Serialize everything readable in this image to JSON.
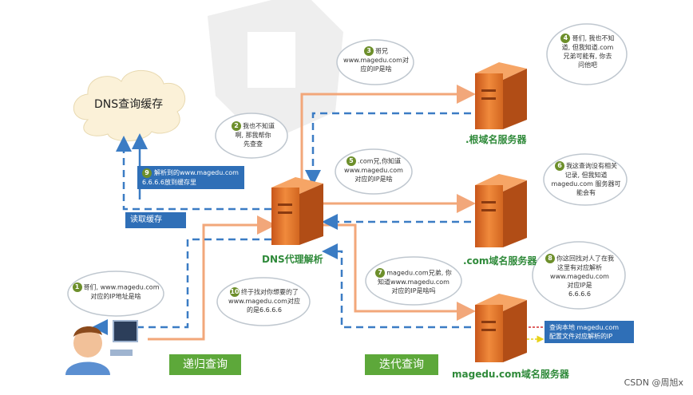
{
  "cache": {
    "label": "DNS查询缓存"
  },
  "servers": {
    "root": ".根域名服务器",
    "com": ".com域名服务器",
    "magedu": "magedu.com域名服务器",
    "proxy": "DNS代理解析"
  },
  "bubbles": {
    "b1": {
      "num": "1",
      "lines": [
        "哥们, www.magedu.com",
        "对应的IP地址是啥"
      ]
    },
    "b2": {
      "num": "2",
      "lines": [
        "我也不知道",
        "啊, 那我帮你",
        "先查查"
      ]
    },
    "b3": {
      "num": "3",
      "lines": [
        "哥兄",
        "www.magedu.com对",
        "应的IP是啥"
      ]
    },
    "b4": {
      "num": "4",
      "lines": [
        "哥们, 我也不知",
        "道, 但我知道.com",
        "兄弟可能有, 你去",
        "问他吧"
      ]
    },
    "b5": {
      "num": "5",
      "lines": [
        ".com兄,你知道",
        "www.magedu.com",
        "对应的IP是啥"
      ]
    },
    "b6": {
      "num": "6",
      "lines": [
        "我这查询没有相关",
        "记录, 但我知道",
        "magedu.com 服务器可",
        "能会有"
      ]
    },
    "b7": {
      "num": "7",
      "lines": [
        "magedu.com兄弟, 你",
        "知道www.magedu.com",
        "对应的IP是啥吗"
      ]
    },
    "b8": {
      "num": "8",
      "lines": [
        "你这回找对人了在我",
        "这里有对应解析",
        "www.magedu.com",
        "对应IP是",
        "6.6.6.6"
      ]
    },
    "b10": {
      "num": "10",
      "lines": [
        "终于找对你想要的了",
        "www.magedu.com对应",
        "的是6.6.6.6"
      ]
    }
  },
  "box9": {
    "num": "9",
    "lines": [
      "解析到的www.magedu.com",
      "6.6.6.6放到缓存里"
    ]
  },
  "read_cache": "读取缓存",
  "local_query": {
    "lines": [
      "查询本地 magedu.com",
      "配置文件对应解析的IP"
    ]
  },
  "recursive": "递归查询",
  "iterative": "迭代查询",
  "watermark": "CSDN @周旭x",
  "colors": {
    "orange_arrow": "#f2a77a",
    "blue_arrow": "#3b7cc4",
    "green_label": "#2f8a3a",
    "server": "#e8732a"
  }
}
